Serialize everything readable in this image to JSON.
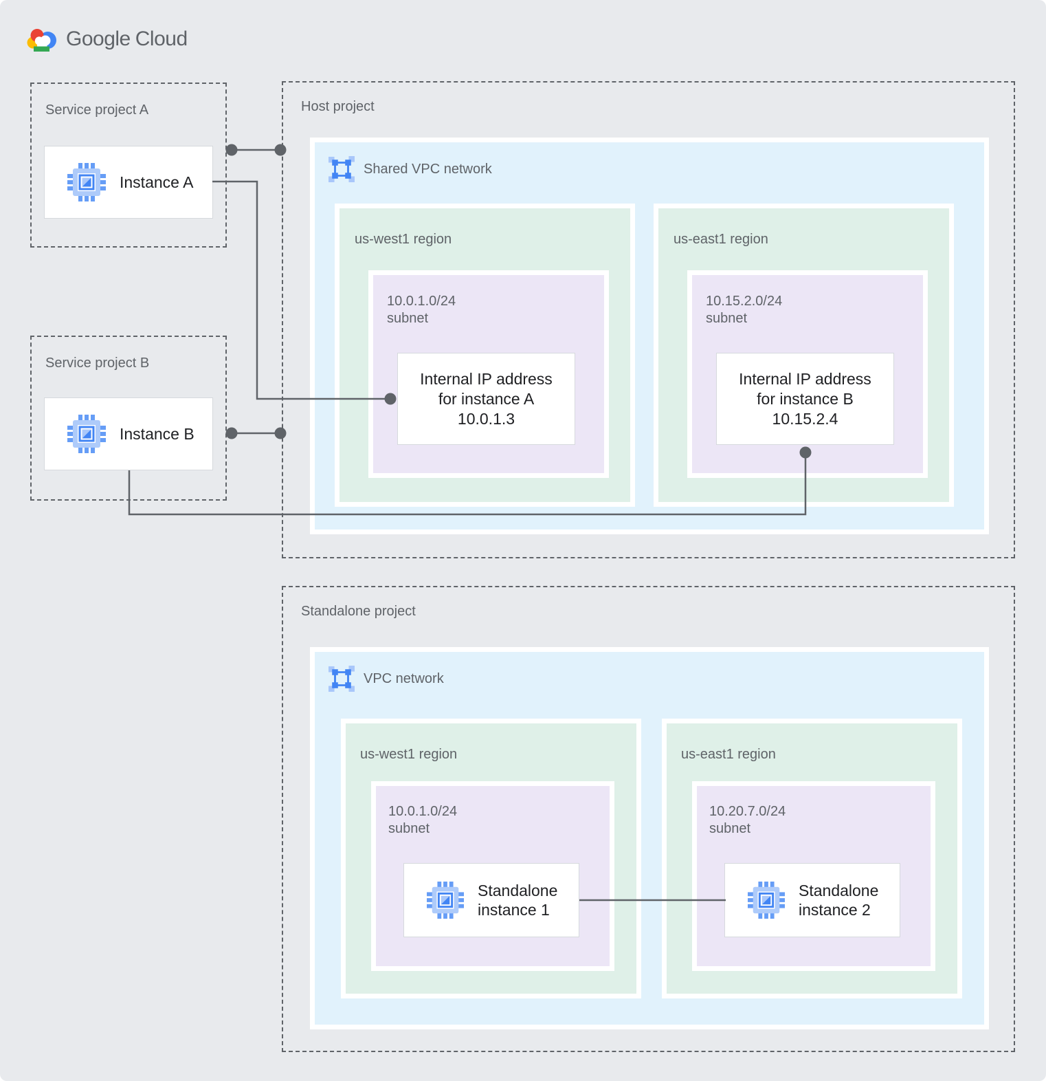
{
  "logo": {
    "brand": "Google",
    "product": "Cloud"
  },
  "colors": {
    "background": "#E8EAED",
    "network_blue": "#E1F2FC",
    "region_green": "#DFF0E8",
    "subnet_purple": "#ECE6F6",
    "connector_gray": "#5F6368",
    "label_gray": "#5F6368",
    "text_dark": "#202124",
    "icon_blue": "#4285F4",
    "icon_light_blue": "#A9C7FA"
  },
  "icons": {
    "compute_engine": "compute-engine-chip-icon",
    "vpc_network": "vpc-network-frame-icon",
    "google_cloud": "google-cloud-logo-icon"
  },
  "service_project_a": {
    "label": "Service project A",
    "instance_label": "Instance A"
  },
  "service_project_b": {
    "label": "Service project B",
    "instance_label": "Instance B"
  },
  "host_project": {
    "label": "Host project",
    "network_label": "Shared VPC network",
    "regions": [
      {
        "label": "us-west1 region",
        "subnet_cidr": "10.0.1.0/24",
        "subnet_caption": "subnet",
        "card_lines": [
          "Internal IP address",
          "for instance A",
          "10.0.1.3"
        ]
      },
      {
        "label": "us-east1 region",
        "subnet_cidr": "10.15.2.0/24",
        "subnet_caption": "subnet",
        "card_lines": [
          "Internal IP address",
          "for instance B",
          "10.15.2.4"
        ]
      }
    ]
  },
  "standalone_project": {
    "label": "Standalone project",
    "network_label": "VPC network",
    "regions": [
      {
        "label": "us-west1 region",
        "subnet_cidr": "10.0.1.0/24",
        "subnet_caption": "subnet",
        "card_lines": [
          "Standalone",
          "instance 1"
        ]
      },
      {
        "label": "us-east1 region",
        "subnet_cidr": "10.20.7.0/24",
        "subnet_caption": "subnet",
        "card_lines": [
          "Standalone",
          "instance 2"
        ]
      }
    ]
  }
}
